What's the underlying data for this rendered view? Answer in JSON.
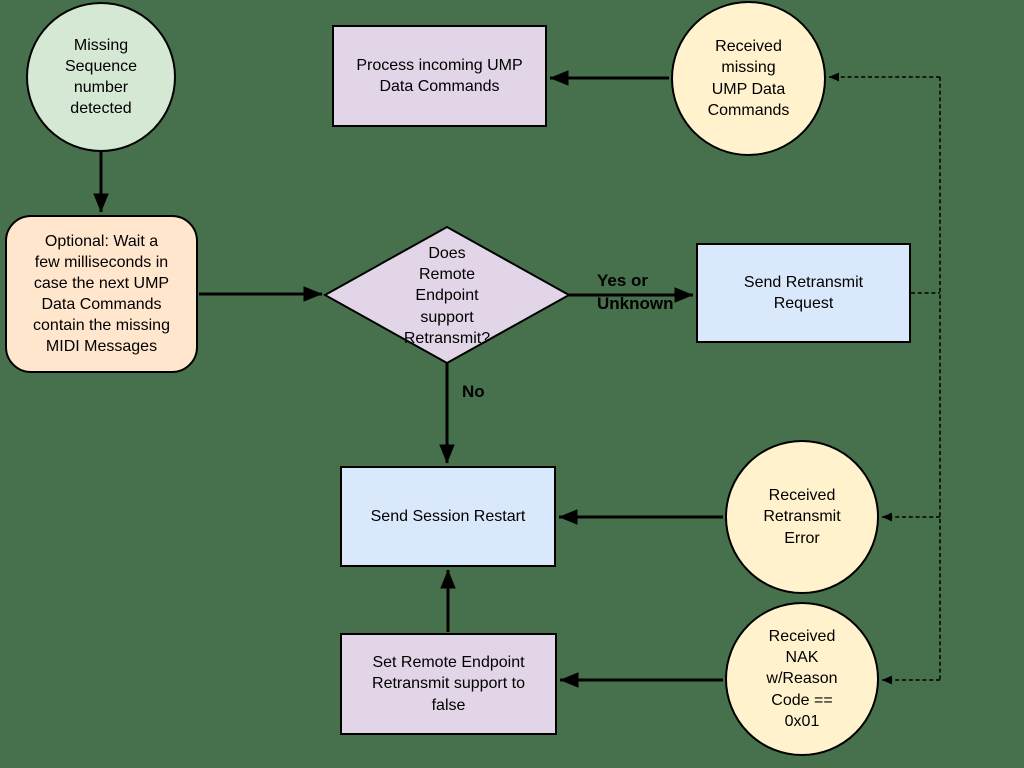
{
  "canvas": {
    "background": "#47714d",
    "stroke_color": "#000000"
  },
  "nodes": {
    "missing_sequence": {
      "type": "circle",
      "label": "Missing\nSequence\nnumber\ndetected",
      "fill": "#d5e8d4"
    },
    "process_incoming": {
      "type": "rect",
      "label": "Process incoming UMP\nData Commands",
      "fill": "#e1d5e7"
    },
    "received_missing": {
      "type": "circle",
      "label": "Received\nmissing\nUMP Data\nCommands",
      "fill": "#fff2cc"
    },
    "optional_wait": {
      "type": "rounded-rect",
      "label": "Optional: Wait a\nfew milliseconds in\ncase the next UMP\nData Commands\ncontain the missing\nMIDI Messages",
      "fill": "#ffe6cc"
    },
    "retransmit_decision": {
      "type": "diamond",
      "label": "Does\nRemote\nEndpoint\nsupport\nRetransmit?",
      "fill": "#e1d5e7"
    },
    "send_retransmit_request": {
      "type": "rect",
      "label": "Send Retransmit\nRequest",
      "fill": "#dae8fc"
    },
    "send_session_restart": {
      "type": "rect",
      "label": "Send Session Restart",
      "fill": "#dae8fc"
    },
    "received_retransmit_error": {
      "type": "circle",
      "label": "Received\nRetransmit\nError",
      "fill": "#fff2cc"
    },
    "set_retransmit_false": {
      "type": "rect",
      "label": "Set Remote Endpoint\nRetransmit support to\nfalse",
      "fill": "#e1d5e7"
    },
    "received_nak": {
      "type": "circle",
      "label": "Received\nNAK\nw/Reason\nCode ==\n0x01",
      "fill": "#fff2cc"
    }
  },
  "edge_labels": {
    "yes_or_unknown": "Yes or\nUnknown",
    "no": "No"
  }
}
